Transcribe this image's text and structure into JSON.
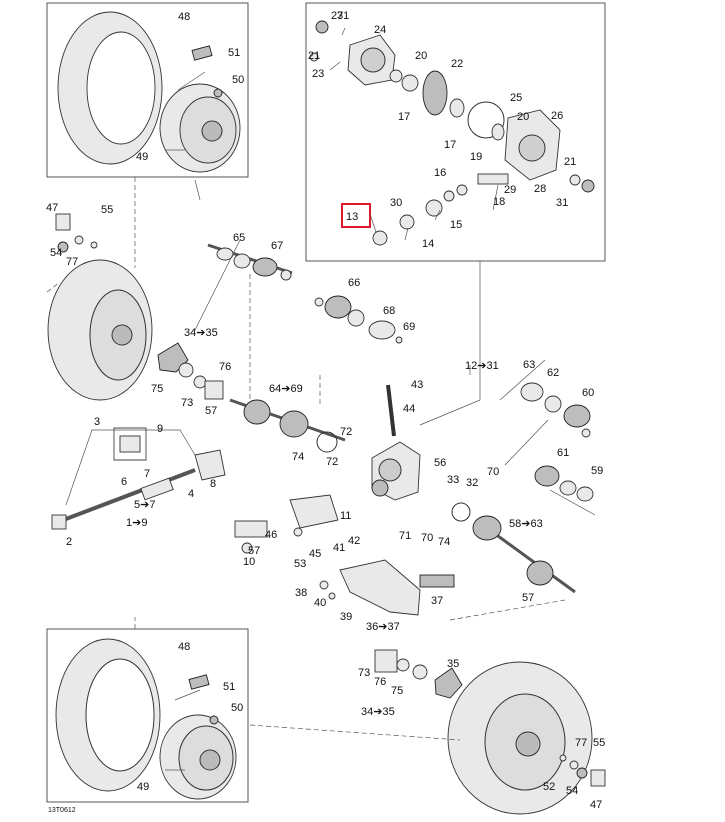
{
  "diagram": {
    "code": "13T0612",
    "highlighted_callout": "13",
    "callouts": [
      "48",
      "51",
      "50",
      "49",
      "31",
      "27",
      "24",
      "21",
      "20",
      "23",
      "22",
      "17",
      "25",
      "20",
      "26",
      "17",
      "19",
      "21",
      "16",
      "29",
      "28",
      "31",
      "30",
      "13",
      "15",
      "18",
      "14",
      "47",
      "55",
      "54",
      "77",
      "65",
      "67",
      "66",
      "68",
      "69",
      "34➔35",
      "76",
      "75",
      "73",
      "57",
      "64➔69",
      "12➔31",
      "63",
      "62",
      "60",
      "43",
      "44",
      "72",
      "74",
      "3",
      "9",
      "7",
      "6",
      "4",
      "8",
      "2",
      "5➔7",
      "1➔9",
      "72",
      "56",
      "70",
      "33",
      "32",
      "61",
      "59",
      "11",
      "46",
      "57",
      "45",
      "10",
      "42",
      "41",
      "53",
      "71",
      "70",
      "74",
      "58➔63",
      "38",
      "40",
      "39",
      "37",
      "36➔37",
      "57",
      "48",
      "51",
      "50",
      "49",
      "73",
      "76",
      "75",
      "35",
      "34➔35",
      "77",
      "55",
      "52",
      "54",
      "47"
    ]
  }
}
